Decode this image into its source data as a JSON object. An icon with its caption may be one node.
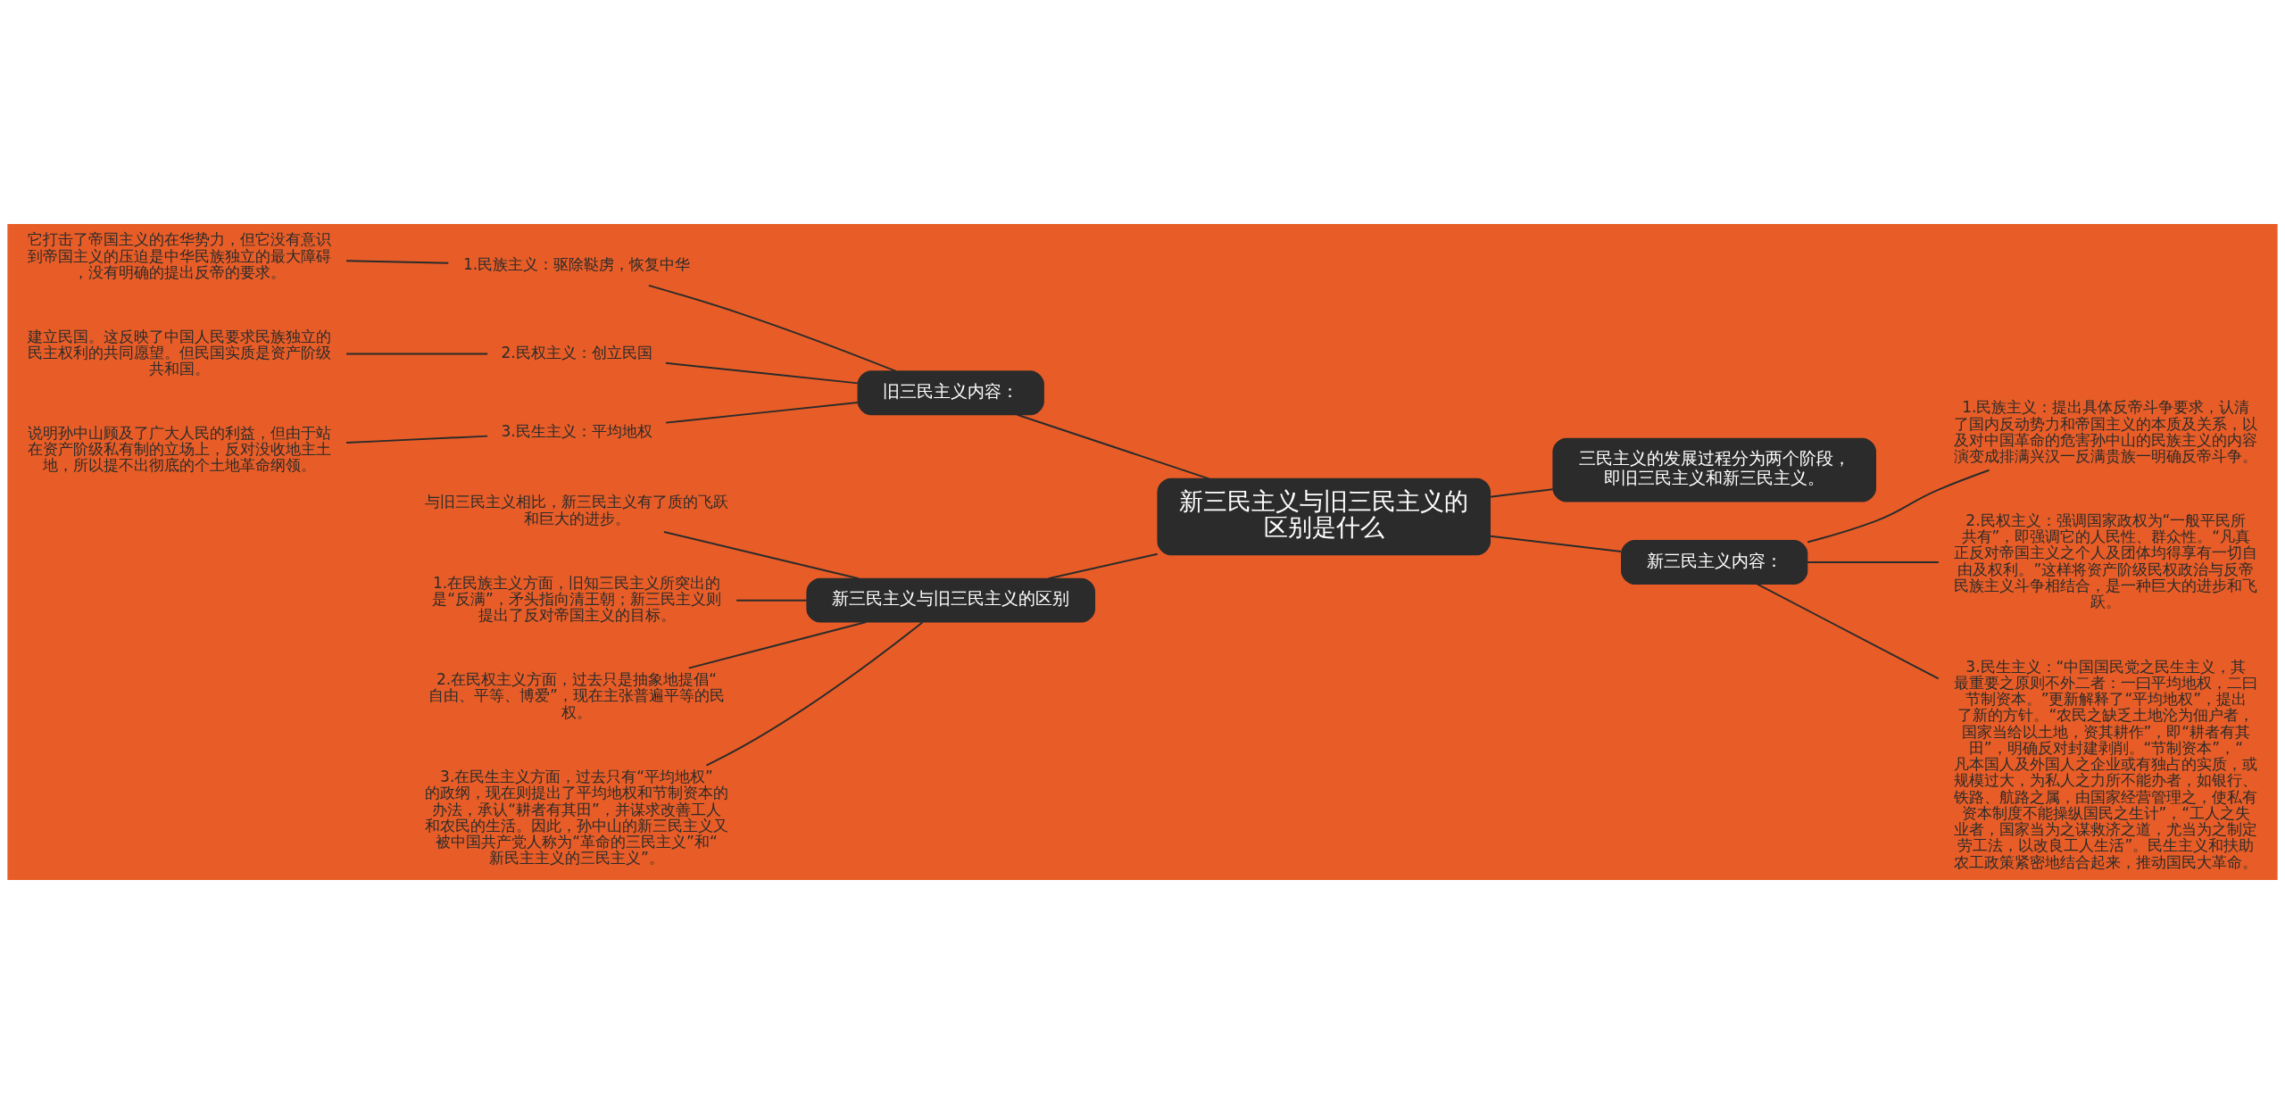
{
  "diagram": {
    "nodes": [
      {
        "text": [
          "新三民主义与旧三民主义的区别是什么"
        ]
      },
      {
        "text": [
          "旧三民主义内容："
        ]
      },
      {
        "text": [
          "1.民族主义：驱除鞑虏，恢复中华"
        ]
      },
      {
        "text": [
          "它打击了帝国主义的在华势力，但它没有意识到帝国主义的压迫是中华民族独立的最大障碍，没有明确的提出反帝的要求。"
        ]
      },
      {
        "text": [
          "2.民权主义：创立民国"
        ]
      },
      {
        "text": [
          "建立民国。这反映了中国人民要求民族独立的民主权利的共同愿望。但民国实质是资产阶级共和国。"
        ]
      },
      {
        "text": [
          "3.民生主义：平均地权"
        ]
      },
      {
        "text": [
          "说明孙中山顾及了广大人民的利益，但由于站在资产阶级私有制的立场上，反对没收地主土地，所以提不出彻底的个土地革命纲领。"
        ]
      },
      {
        "text": [
          "新三民主义与旧三民主义的区别"
        ]
      },
      {
        "text": [
          "与旧三民主义相比，新三民主义有了质的飞跃和巨大的进步。"
        ]
      },
      {
        "text": [
          "1.在民族主义方面，旧知三民主义所突出的是“反满”，矛头指向清王朝；新三民主义则提出了反对帝国主义的目标。"
        ]
      },
      {
        "text": [
          "2.在民权主义方面，过去只是抽象地提倡“自由、平等、博爱”，现在主张普遍平等的民权。"
        ]
      },
      {
        "text": [
          "3.在民生主义方面，过去只有“平均地权”的政纲，现在则提出了平均地权和节制资本的办法，承认“耕者有其田”，并谋求改善工人和农民的生活。因此，孙中山的新三民主义又被中国共产党人称为“革命的三民主义”和“新民主主义的三民主义”。"
        ]
      },
      {
        "text": [
          "三民主义的发展过程分为两个阶段，即旧三民主义和新三民主义。"
        ]
      },
      {
        "text": [
          "新三民主义内容："
        ]
      },
      {
        "text": [
          "1.民族主义：提出具体反帝斗争要求，认清了国内反动势力和帝国主义的本质及关系，以及对中国革命的危害孙中山的民族主义的内容演变成排满兴汉一反满贵族一明确反帝斗争。"
        ]
      },
      {
        "text": [
          "2.民权主义：强调国家政权为“一般平民所共有”，即强调它的人民性、群众性。“凡真正反对帝国主义之个人及团体均得享有一切自由及权利。”这样将资产阶级民权政治与反帝民族主义斗争相结合，是一种巨大的进步和飞跃。"
        ]
      },
      {
        "text": [
          "3.民生主义：“中国国民党之民生主义，其最重要之原则不外二者：一曰平均地权，二曰节制资本。”更新解释了“平均地权”，提出了新的方针。“农民之缺乏土地沦为佃户者，国家当给以土地，资其耕作”，即“耕者有其田”，明确反对封建剥削。“节制资本”，“凡本国人及外国人之企业或有独占的实质，或规模过大，为私人之力所不能办者，如银行、铁路、航路之属，由国家经营管理之，使私有资本制度不能操纵国民之生计”，“工人之失业者，国家当为之谋救济之道，尤当为之制定劳工法，以改良工人生活”。民生主义和扶助农工政策紧密地结合起来，推动国民大革命。"
        ]
      }
    ],
    "edges": [
      {
        "from": 0,
        "to": 1,
        "arrow": "none"
      },
      {
        "from": 1,
        "to": 2,
        "arrow": "none"
      },
      {
        "from": 2,
        "to": 3,
        "arrow": "none"
      },
      {
        "from": 1,
        "to": 4,
        "arrow": "none"
      },
      {
        "from": 4,
        "to": 5,
        "arrow": "none"
      },
      {
        "from": 1,
        "to": 6,
        "arrow": "none"
      },
      {
        "from": 6,
        "to": 7,
        "arrow": "none"
      },
      {
        "from": 0,
        "to": 8,
        "arrow": "none"
      },
      {
        "from": 8,
        "to": 9,
        "arrow": "none"
      },
      {
        "from": 8,
        "to": 10,
        "arrow": "none"
      },
      {
        "from": 8,
        "to": 11,
        "arrow": "none"
      },
      {
        "from": 8,
        "to": 12,
        "arrow": "none"
      },
      {
        "from": 0,
        "to": 13,
        "arrow": "none"
      },
      {
        "from": 0,
        "to": 14,
        "arrow": "none"
      },
      {
        "from": 14,
        "to": 15,
        "arrow": "none"
      },
      {
        "from": 14,
        "to": 16,
        "arrow": "none"
      },
      {
        "from": 14,
        "to": 17,
        "arrow": "none"
      }
    ]
  }
}
